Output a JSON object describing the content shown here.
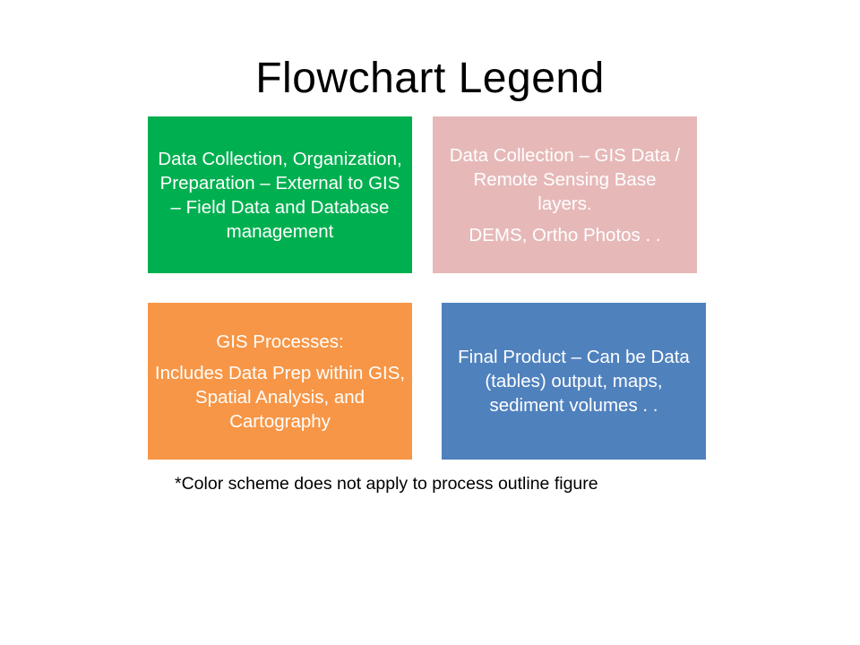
{
  "title": "Flowchart Legend",
  "boxes": [
    {
      "id": "green",
      "color": "#00b050",
      "paragraphs": [
        "Data Collection, Organization, Preparation – External to GIS – Field Data and Database management"
      ]
    },
    {
      "id": "pink",
      "color": "#e6b9b8",
      "paragraphs": [
        "Data Collection – GIS Data /  Remote Sensing Base layers.",
        "DEMS, Ortho Photos . ."
      ]
    },
    {
      "id": "orange",
      "color": "#f79646",
      "paragraphs": [
        "GIS Processes:",
        "Includes Data Prep within GIS, Spatial Analysis, and Cartography"
      ]
    },
    {
      "id": "blue",
      "color": "#4f81bd",
      "paragraphs": [
        "Final Product – Can be Data (tables) output, maps, sediment volumes . ."
      ]
    }
  ],
  "note": "*Color scheme does not apply to process outline figure"
}
